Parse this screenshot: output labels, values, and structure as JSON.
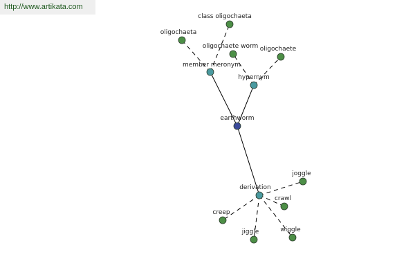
{
  "watermark": {
    "url": "http://www.artikata.com"
  },
  "colors": {
    "center_node": "#3b4a9b",
    "relation_node": "#4a9aa0",
    "leaf_node": "#4d8f47",
    "node_stroke": "#2a3a2a",
    "edge": "#000000"
  },
  "graph": {
    "center": {
      "id": "earthworm",
      "label": "earthworm"
    },
    "relations": [
      {
        "id": "member-meronym",
        "label": "member meronym"
      },
      {
        "id": "hypernym",
        "label": "hypernym"
      },
      {
        "id": "derivation",
        "label": "derivation"
      }
    ],
    "leaves": [
      {
        "id": "class-oligochaeta",
        "label": "class oligochaeta",
        "relation": "member-meronym"
      },
      {
        "id": "oligochaeta",
        "label": "oligochaeta",
        "relation": "member-meronym"
      },
      {
        "id": "oligochaete-worm",
        "label": "oligochaete worm",
        "relation": "hypernym"
      },
      {
        "id": "oligochaete",
        "label": "oligochaete",
        "relation": "hypernym"
      },
      {
        "id": "joggle",
        "label": "joggle",
        "relation": "derivation"
      },
      {
        "id": "crawl",
        "label": "crawl",
        "relation": "derivation"
      },
      {
        "id": "creep",
        "label": "creep",
        "relation": "derivation"
      },
      {
        "id": "jiggle",
        "label": "jiggle",
        "relation": "derivation"
      },
      {
        "id": "wiggle",
        "label": "wiggle",
        "relation": "derivation"
      }
    ]
  }
}
